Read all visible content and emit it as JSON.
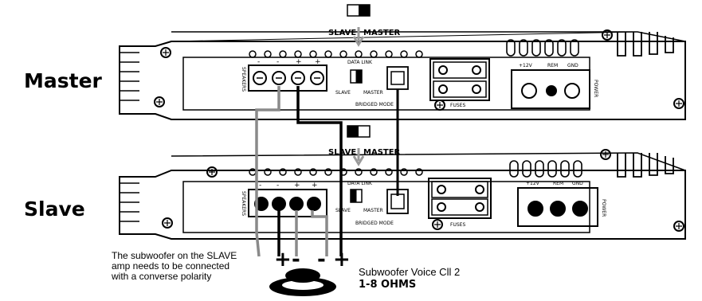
{
  "labels": {
    "master": "Master",
    "slave": "Slave"
  },
  "switches": {
    "slave_text": "SLAVE",
    "master_text": "MASTER"
  },
  "amp_text": {
    "data_link": "DATA LINK",
    "slave": "SLAVE",
    "master": "MASTER",
    "bridged_mode": "BRIDGED MODE",
    "fuses": "FUSES",
    "plus12v": "+12V",
    "rem": "REM",
    "gnd": "GND",
    "power": "POWER",
    "speakers": "SPEAKERS",
    "terminal_signs": [
      "-",
      "-",
      "+",
      "+"
    ]
  },
  "note": {
    "line1": "The subwoofer on the SLAVE",
    "line2": "amp needs to be connected",
    "line3": "with a converse polarity"
  },
  "subwoofer": {
    "title": "Subwoofer Voice Cll 2",
    "ohms": "1-8 OHMS"
  },
  "polarity_marks": [
    "+",
    "-",
    "-",
    "+"
  ],
  "colors": {
    "ink": "#000000",
    "wire_gray": "#8a8a8a",
    "switch_arrow": "#9a9a9a"
  }
}
